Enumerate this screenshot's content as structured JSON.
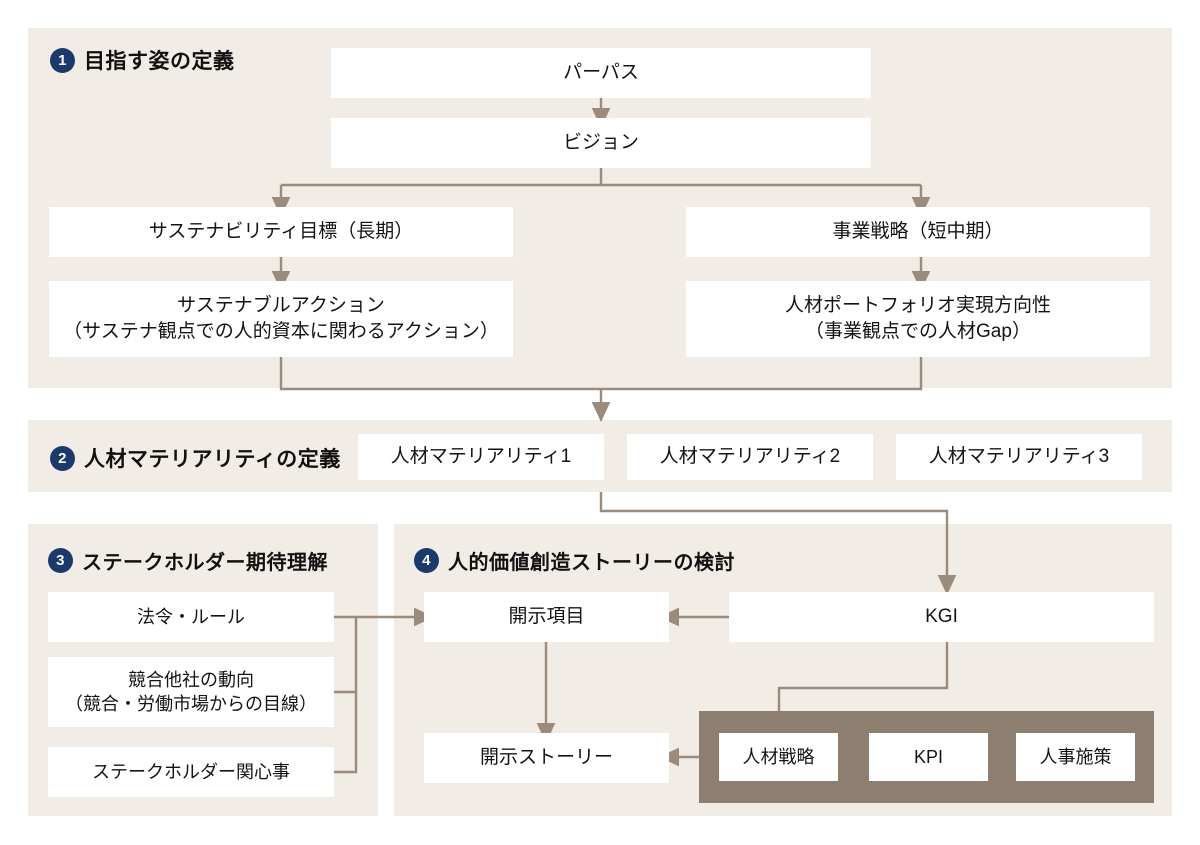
{
  "diagram": {
    "title_colors": {
      "panel_bg": "#f2ece6",
      "box_bg": "#ffffff",
      "connector": "#9a8b7c",
      "accent_circle": "#1b3a6b",
      "brown_panel": "#8d7e70",
      "page_bg": "#ffffff"
    },
    "sections": [
      {
        "number": "1",
        "title": "目指す姿の定義"
      },
      {
        "number": "2",
        "title": "人材マテリアリティの定義"
      },
      {
        "number": "3",
        "title": "ステークホルダー期待理解"
      },
      {
        "number": "4",
        "title": "人的価値創造ストーリーの検討"
      }
    ],
    "section1": {
      "purpose": "パーパス",
      "vision": "ビジョン",
      "sustainability_goal": "サステナビリティ目標（長期）",
      "business_strategy": "事業戦略（短中期）",
      "sustainable_action_line1": "サステナブルアクション",
      "sustainable_action_line2": "（サステナ観点での人的資本に関わるアクション）",
      "portfolio_line1": "人材ポートフォリオ実現方向性",
      "portfolio_line2": "（事業観点での人材Gap）"
    },
    "section2": {
      "materiality": [
        "人材マテリアリティ1",
        "人材マテリアリティ2",
        "人材マテリアリティ3"
      ]
    },
    "section3": {
      "items": [
        {
          "line1": "法令・ルール",
          "line2": ""
        },
        {
          "line1": "競合他社の動向",
          "line2": "（競合・労働市場からの目線）"
        },
        {
          "line1": "ステークホルダー関心事",
          "line2": ""
        }
      ]
    },
    "section4": {
      "disclosure_items": "開示項目",
      "kgi": "KGI",
      "disclosure_story": "開示ストーリー",
      "strategy_chain": [
        "人材戦略",
        "KPI",
        "人事施策"
      ]
    }
  }
}
